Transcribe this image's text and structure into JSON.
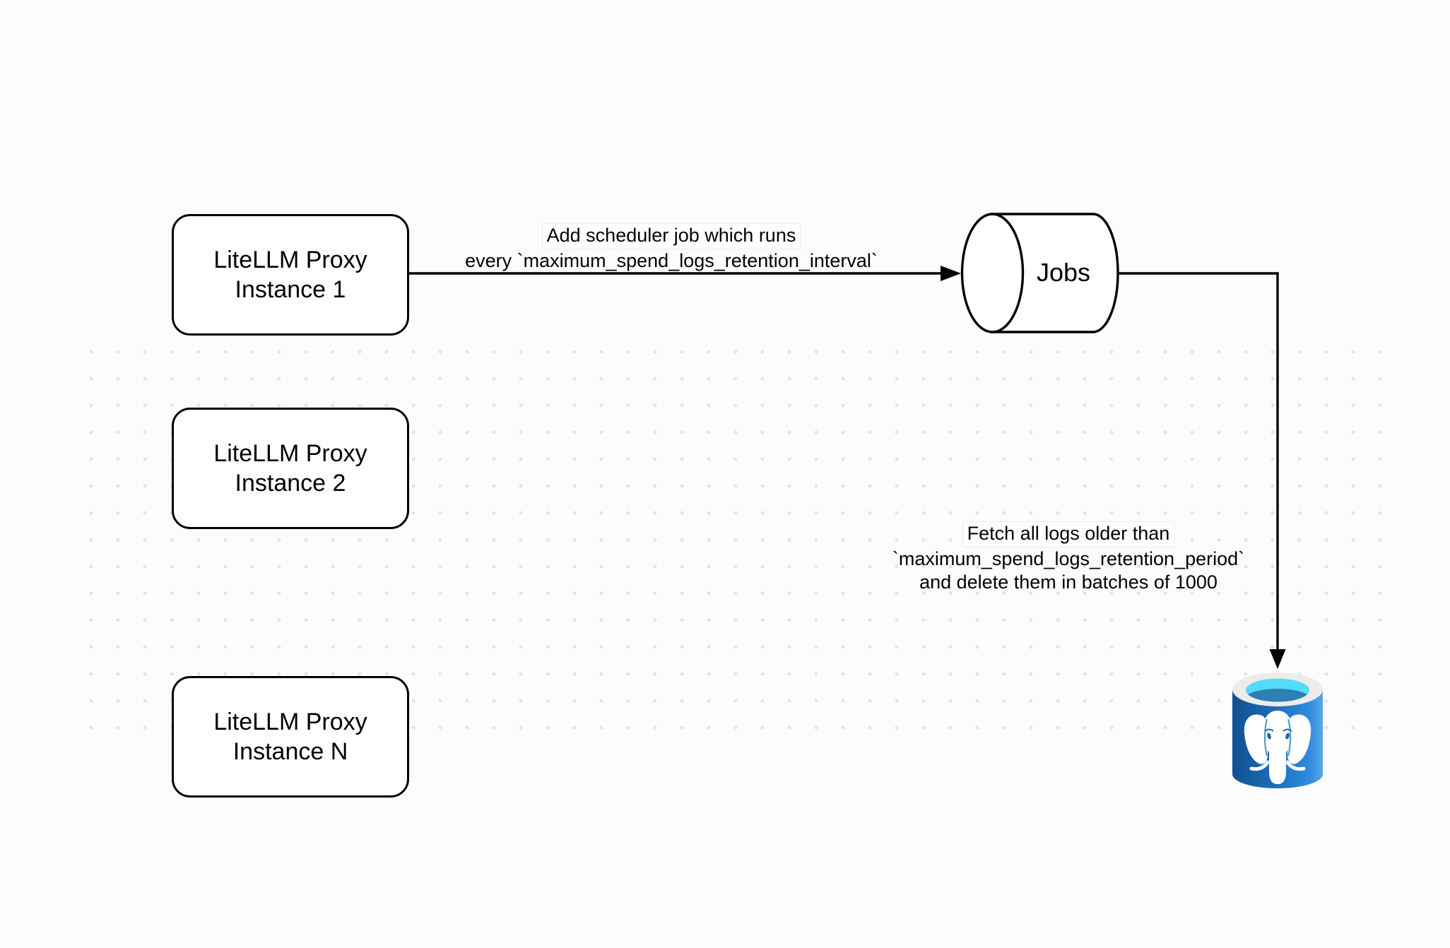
{
  "nodes": {
    "proxy1": {
      "line1": "LiteLLM Proxy",
      "line2": "Instance 1"
    },
    "proxy2": {
      "line1": "LiteLLM Proxy",
      "line2": "Instance 2"
    },
    "proxyN": {
      "line1": "LiteLLM Proxy",
      "line2": "Instance N"
    },
    "jobs": {
      "label": "Jobs"
    }
  },
  "edges": {
    "add_scheduler": {
      "line1": "Add scheduler job which runs",
      "line2": "every `maximum_spend_logs_retention_interval`"
    },
    "fetch_delete": {
      "line1": "Fetch all logs older than",
      "line2": "`maximum_spend_logs_retention_period`",
      "line3": "and delete them in batches of 1000"
    }
  },
  "icons": {
    "database": "postgresql-database-icon"
  },
  "colors": {
    "background": "#FCFCFC",
    "grid_dot": "#E3E3E3",
    "stroke": "#000000",
    "node_fill": "#FFFFFF",
    "postgres_body_dark": "#11508F",
    "postgres_body_mid": "#1D6CB8",
    "postgres_body_light": "#3F96E4",
    "postgres_rim": "#EDECE9",
    "postgres_inner_cyan": "#53DBF7",
    "postgres_inner_dark": "#2E7FB4",
    "postgres_elephant": "#FFFFFF"
  }
}
